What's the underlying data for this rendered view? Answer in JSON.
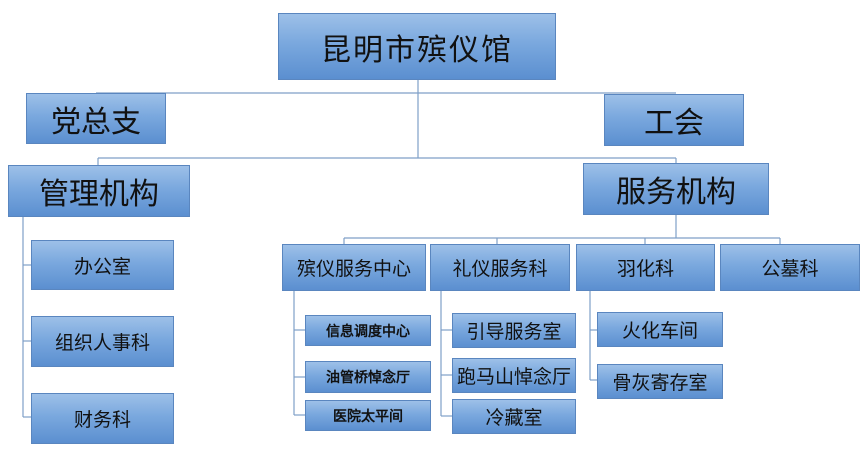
{
  "org": {
    "root": "昆明市殡仪馆",
    "party": "党总支",
    "union": "工会",
    "management": {
      "label": "管理机构",
      "items": [
        "办公室",
        "组织人事科",
        "财务科"
      ]
    },
    "service": {
      "label": "服务机构",
      "departments": [
        {
          "label": "殡仪服务中心",
          "items": [
            "信息调度中心",
            "油管桥悼念厅",
            "医院太平间"
          ]
        },
        {
          "label": "礼仪服务科",
          "items": [
            "引导服务室",
            "跑马山悼念厅",
            "冷藏室"
          ]
        },
        {
          "label": "羽化科",
          "items": [
            "火化车间",
            "骨灰寄存室"
          ]
        },
        {
          "label": "公墓科",
          "items": []
        }
      ]
    }
  },
  "colors": {
    "box_top": "#9dc0e8",
    "box_bottom": "#5b8fd0",
    "line": "#7f9fc7"
  }
}
